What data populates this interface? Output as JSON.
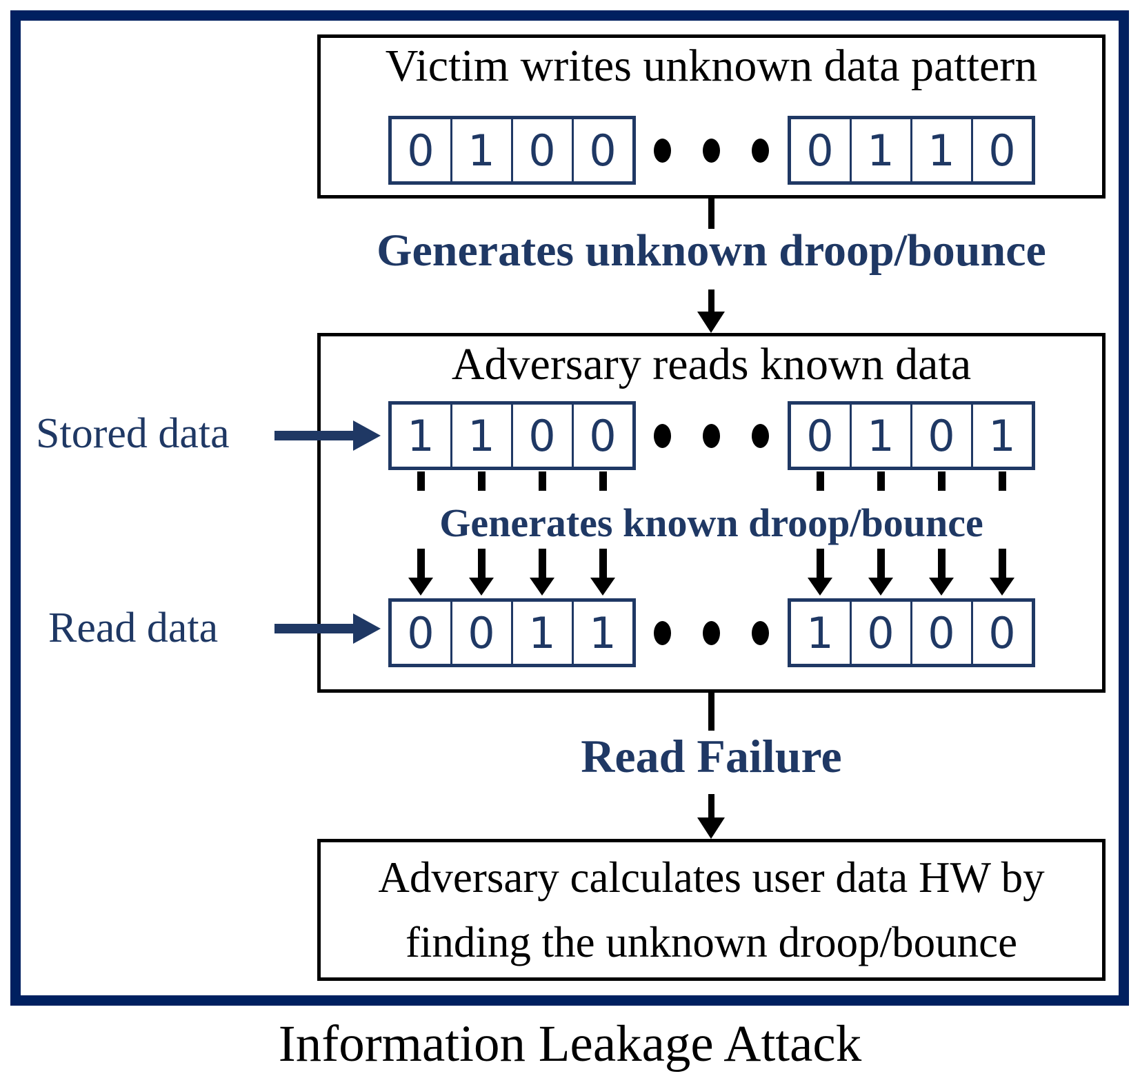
{
  "colors": {
    "navy_accent": "#1f3864",
    "frame_navy": "#002060",
    "black": "#000000",
    "background": "#ffffff"
  },
  "caption": "Information Leakage Attack",
  "top_box": {
    "title": "Victim writes unknown data pattern",
    "bits_left": [
      "0",
      "1",
      "0",
      "0"
    ],
    "bits_right": [
      "0",
      "1",
      "1",
      "0"
    ]
  },
  "flow1": {
    "label": "Generates unknown droop/bounce"
  },
  "middle_box": {
    "title": "Adversary reads known data",
    "stored_label": "Stored data",
    "stored_bits_left": [
      "1",
      "1",
      "0",
      "0"
    ],
    "stored_bits_right": [
      "0",
      "1",
      "0",
      "1"
    ],
    "known_label": "Generates known droop/bounce",
    "read_label": "Read data",
    "read_bits_left": [
      "0",
      "0",
      "1",
      "1"
    ],
    "read_bits_right": [
      "1",
      "0",
      "0",
      "0"
    ]
  },
  "flow2": {
    "label": "Read Failure"
  },
  "bottom_box": {
    "line1": "Adversary calculates user data HW by",
    "line2": "finding the unknown droop/bounce"
  }
}
